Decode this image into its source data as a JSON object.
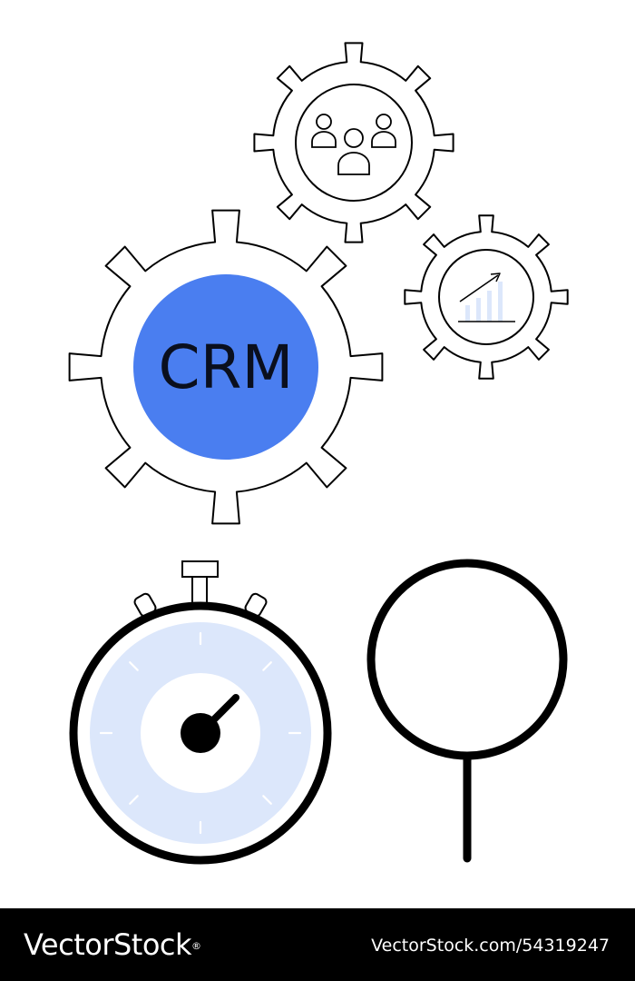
{
  "illustration": {
    "crm_label": "CRM"
  },
  "colors": {
    "accent_blue": "#4a7ef0",
    "light_blue": "#dce7fb",
    "outline": "#000000",
    "background": "#ffffff",
    "footer_bg": "#000000",
    "footer_text": "#ffffff"
  },
  "icons": {
    "large_gear": "gear-icon",
    "team_gear": "team-gear-icon",
    "analytics_gear": "chart-gear-icon",
    "stopwatch": "stopwatch-icon",
    "magnifier": "magnifying-glass-icon"
  },
  "footer": {
    "brand": "VectorStock",
    "registered_mark": "®",
    "stock_id": "VectorStock.com/54319247"
  }
}
